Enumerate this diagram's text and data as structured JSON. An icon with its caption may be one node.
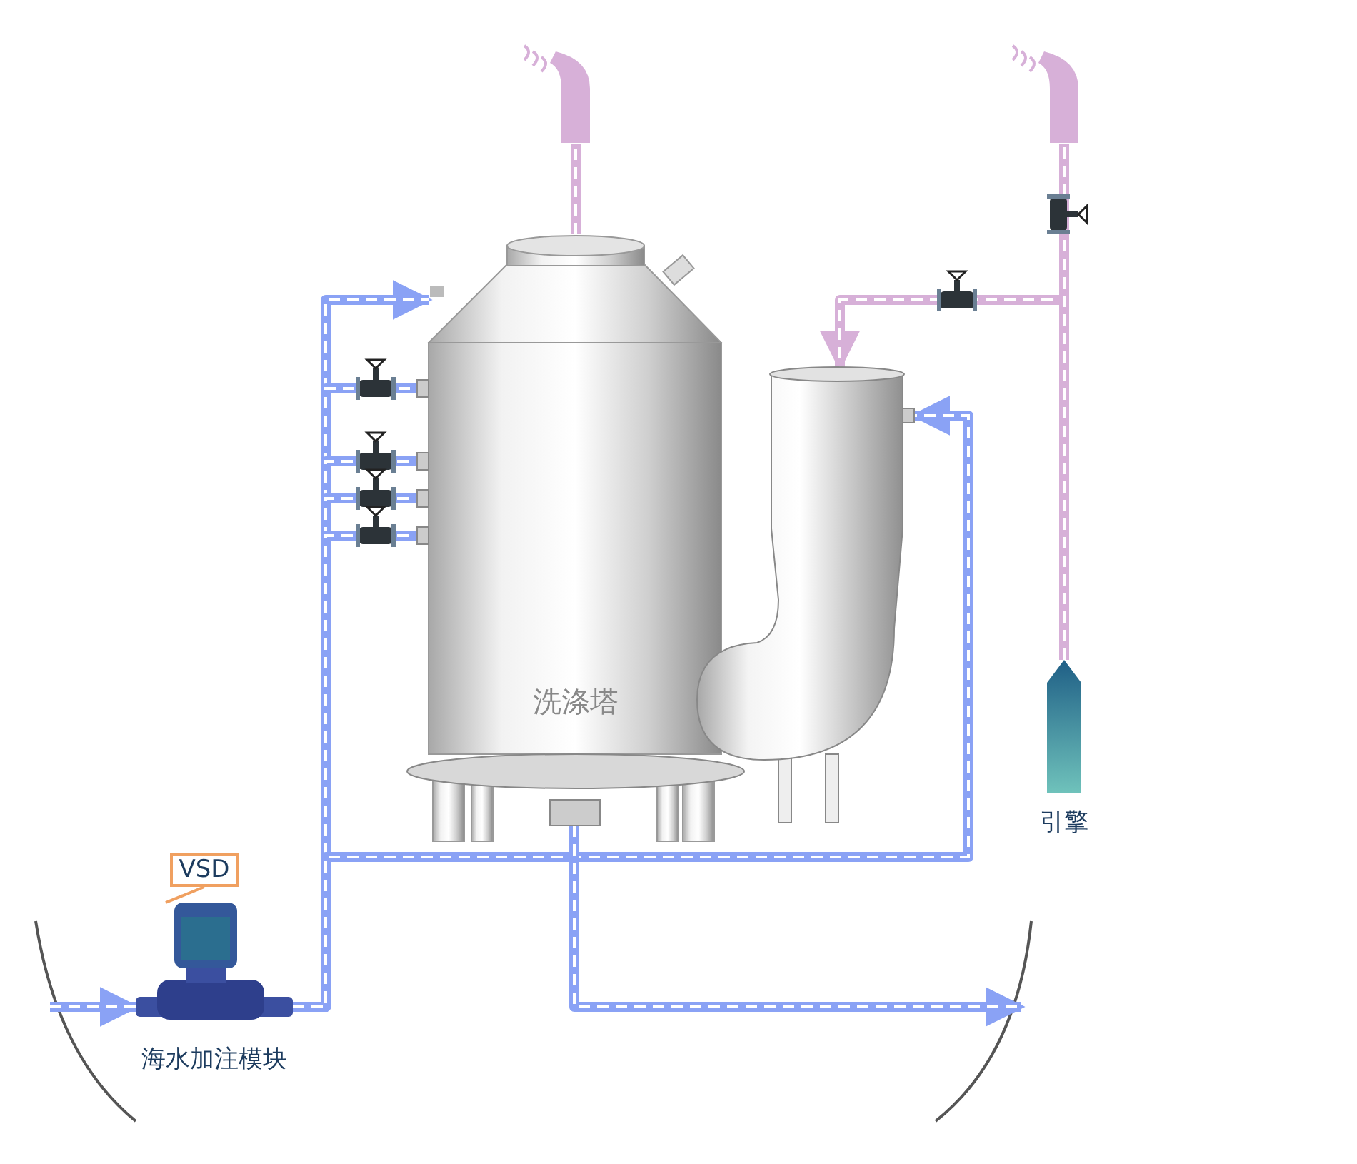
{
  "diagram": {
    "nodes": [
      {
        "text": [
          "洗涤塔"
        ]
      },
      {
        "text": [
          "海水加注模块"
        ]
      },
      {
        "text": [
          "VSD"
        ]
      },
      {
        "text": [
          "引擎"
        ]
      },
      {
        "text": [],
        "shape": "picture"
      },
      {
        "text": [],
        "shape": "picture"
      },
      {
        "text": [],
        "shape": "picture"
      }
    ],
    "edges": [
      {
        "from": null,
        "to": 1,
        "arrow": "to"
      },
      {
        "from": 1,
        "to": 0,
        "arrow": "to"
      },
      {
        "from": 1,
        "to": 0,
        "arrow": "none"
      },
      {
        "from": 1,
        "to": 0,
        "arrow": "none"
      },
      {
        "from": 1,
        "to": 0,
        "arrow": "none"
      },
      {
        "from": 1,
        "to": 0,
        "arrow": "none"
      },
      {
        "from": 1,
        "to": 4,
        "arrow": "to"
      },
      {
        "from": 0,
        "to": null,
        "arrow": "to"
      },
      {
        "from": 3,
        "to": 4,
        "arrow": "to",
        "color": "#d7b0d8"
      },
      {
        "from": 3,
        "to": 6,
        "arrow": "none",
        "color": "#d7b0d8"
      },
      {
        "from": 0,
        "to": 5,
        "arrow": "none",
        "color": "#d7b0d8"
      },
      {
        "from": 2,
        "to": 1,
        "arrow": "none",
        "color": "#f0a060"
      }
    ]
  }
}
